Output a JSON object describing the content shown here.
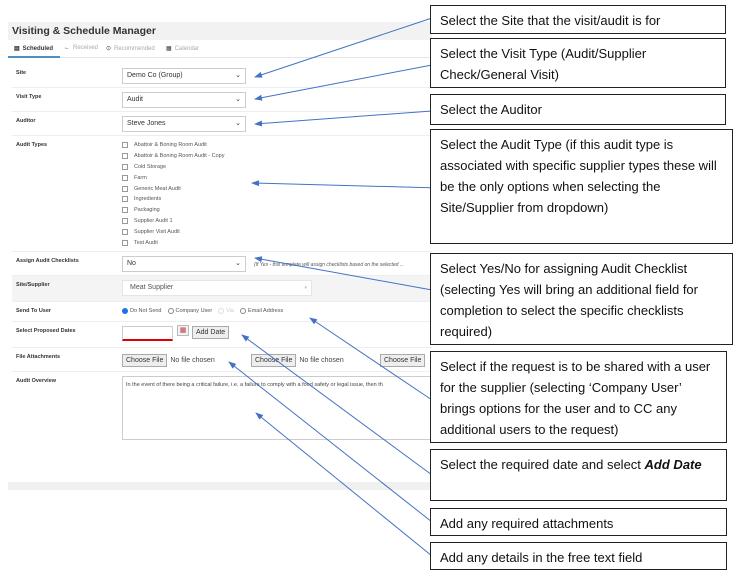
{
  "app": {
    "title": "Visiting & Schedule Manager",
    "tabs": [
      {
        "label": "Scheduled",
        "icon": "list-icon"
      },
      {
        "label": "Received",
        "icon": "arrow-left-icon"
      },
      {
        "label": "Recommended",
        "icon": "clock-icon"
      },
      {
        "label": "Calendar",
        "icon": "calendar-icon"
      }
    ]
  },
  "form": {
    "site": {
      "label": "Site",
      "value": "Demo Co (Group)"
    },
    "visit_type": {
      "label": "Visit Type",
      "value": "Audit"
    },
    "auditor": {
      "label": "Auditor",
      "value": "Steve Jones"
    },
    "audit_types": {
      "label": "Audit Types",
      "options": [
        "Abattoir & Boning Room Audit",
        "Abattoir & Boning Room Audit - Copy",
        "Cold Storage",
        "Farm",
        "Generic Meat Audit",
        "Ingredients",
        "Packaging",
        "Supplier Audit 1",
        "Supplier Visit Audit",
        "Test Audit"
      ]
    },
    "assign": {
      "label": "Assign Audit Checklists",
      "value": "No",
      "hint": "(If Yes - this template will assign checklists based on the selected ..."
    },
    "site_supplier": {
      "label": "Site/Supplier",
      "value": "Meat Supplier"
    },
    "send_to_user": {
      "label": "Send To User",
      "options": [
        "Do Not Send",
        "Company User",
        "Via",
        "Email Address"
      ],
      "selected": "Do Not Send"
    },
    "dates": {
      "label": "Select Proposed Dates",
      "value": "",
      "add_label": "Add Date"
    },
    "files": {
      "label": "File Attachments",
      "button": "Choose File",
      "status": "No file chosen"
    },
    "overview": {
      "label": "Audit Overview",
      "value": "In the event of there being a critical failure, i.e. a failure to comply with a food safety or legal issue, then th"
    }
  },
  "callouts": [
    "Select the Site that the visit/audit is for",
    "Select the Visit Type (Audit/Supplier Check/General Visit)",
    "Select the Auditor",
    "Select the Audit Type (if this audit type is associated with specific supplier types these will be the only options when selecting the Site/Supplier from dropdown)",
    "Select Yes/No for assigning Audit Checklist (selecting Yes will bring an additional field for completion to select the specific checklists required)",
    "Select if the request is to be shared with a user for the supplier (selecting ‘Company User’ brings options for the user and to CC any additional users to the request)",
    "Select the required date and select",
    "Add any required attachments",
    "Add any details in the free text field"
  ],
  "callout_emphasis": "Add Date",
  "colors": {
    "arrow": "#4472c4",
    "accent": "#4a90c4",
    "date_underline": "#e00000"
  }
}
